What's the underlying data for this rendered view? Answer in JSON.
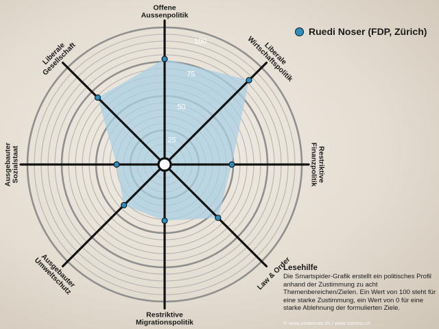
{
  "chart_data": {
    "type": "radar",
    "title": "",
    "rlim": [
      0,
      100
    ],
    "tick_values": [
      25,
      50,
      75,
      100
    ],
    "tick_labels": [
      "25",
      "50",
      "75",
      "100"
    ],
    "axes": [
      {
        "lines": [
          "Offene",
          "Aussenpolitik"
        ]
      },
      {
        "lines": [
          "Liberale",
          "Wirtschaftspolitik"
        ]
      },
      {
        "lines": [
          "Restriktive",
          "Finanzpolitik"
        ]
      },
      {
        "lines": [
          "Law & Order"
        ]
      },
      {
        "lines": [
          "Restriktive",
          "Migrationspolitik"
        ]
      },
      {
        "lines": [
          "Ausgebauter",
          "Umweltschutz"
        ]
      },
      {
        "lines": [
          "Ausgebauter",
          "Sozialstaat"
        ]
      },
      {
        "lines": [
          "Liberale",
          "Gesellschaft"
        ]
      }
    ],
    "series": [
      {
        "name": "Ruedi Noser (FDP, Zürich)",
        "values": [
          77,
          87,
          49,
          55,
          41,
          42,
          35,
          69
        ],
        "color": "#2a8fc2",
        "fill": "#a9cfe3"
      }
    ],
    "legend_position": "top-right"
  },
  "legend": {
    "label": "Ruedi Noser (FDP, Zürich)"
  },
  "reading_guide": {
    "title": "Lesehilfe",
    "text": "Die Smartspider-Grafik erstellt ein politisches Profil anhand der Zustimmung zu acht Themenbereichen/Zielen. Ein Wert von 100 steht für eine starke Zustimmung, ein Wert von 0 für eine starke Ablehnung der formulierten Ziele."
  },
  "copyright": "© www.smartvote.ch / www.sotomo.ch",
  "colors": {
    "ring_major": "#8f8f8f",
    "ring_minor": "#b3b3b3",
    "spoke": "#111111",
    "area": "#a9cfe3",
    "point": "#2a8fc2"
  }
}
